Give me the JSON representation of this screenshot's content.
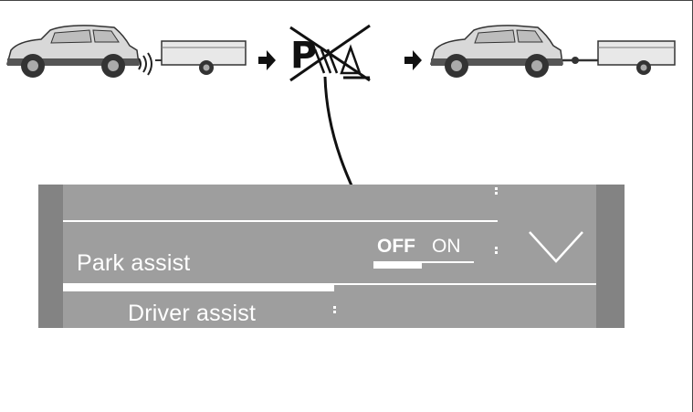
{
  "menu": {
    "park_assist_label": "Park assist",
    "driver_assist_label": "Driver assist",
    "toggle": {
      "off_label": "OFF",
      "on_label": "ON",
      "selected": "OFF"
    }
  },
  "colors": {
    "screen_bg": "#9e9e9e",
    "screen_edge": "#838383",
    "text": "#ffffff"
  },
  "icons": {
    "car_trailer_sensing": "car-with-trailer-sensor-icon",
    "arrow": "right-arrow-icon",
    "park_assist_disabled": "park-assist-disabled-icon",
    "car_trailer_hitched": "car-with-trailer-hitched-icon",
    "pointer": "callout-arrow-icon",
    "collapse": "chevron-down-icon"
  }
}
